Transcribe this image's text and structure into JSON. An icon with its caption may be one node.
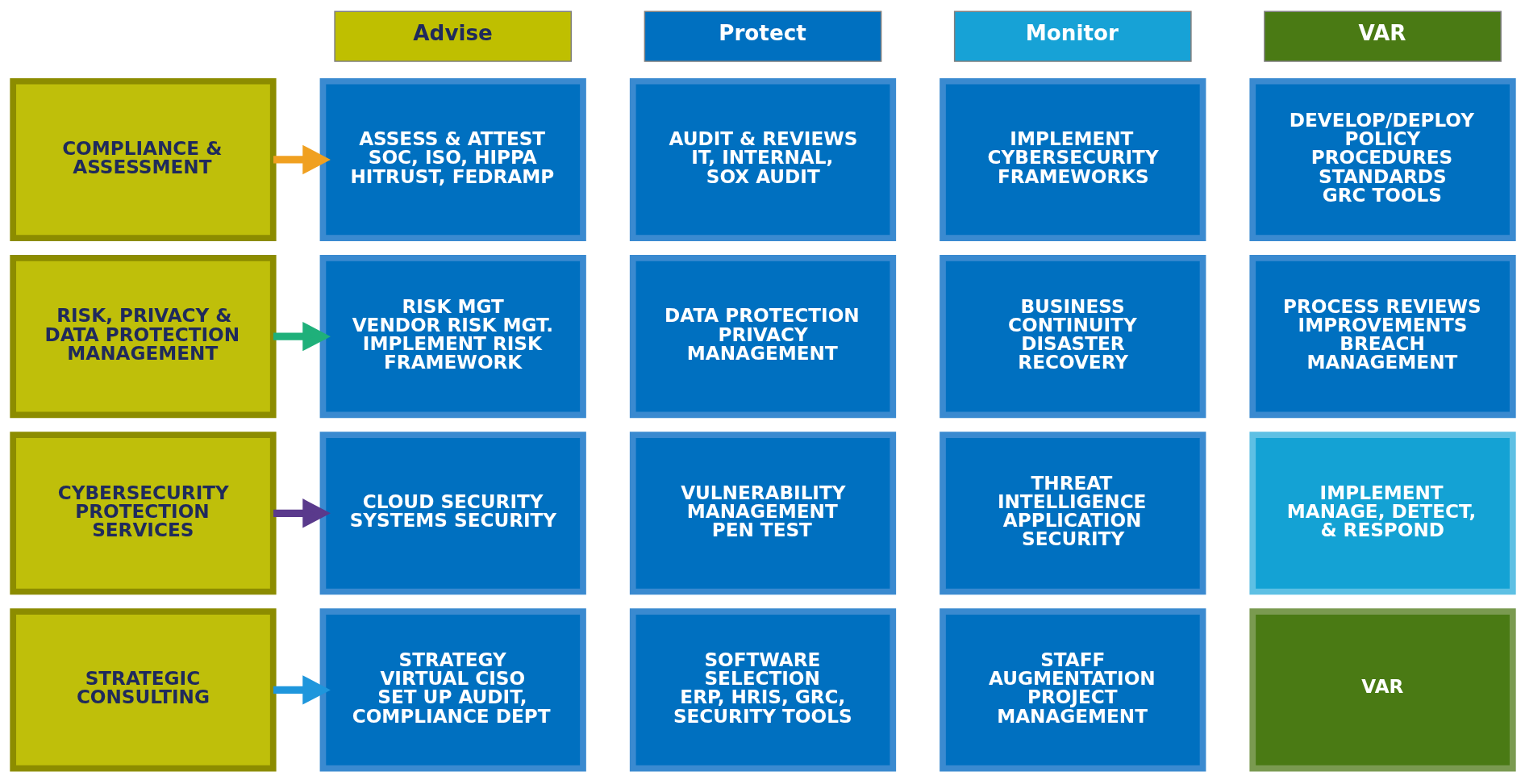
{
  "diagram": {
    "nodes": [
      {
        "text": [
          "COMPLIANCE & ASSESSMENT"
        ]
      },
      {
        "text": [
          "ASSESS & ATTEST",
          "SOC, ISO, HIPPA HITRUST, FEDRAMP"
        ]
      },
      {
        "text": [
          "AUDIT & REVIEWS",
          "IT, INTERNAL, SOX AUDIT"
        ]
      },
      {
        "text": [
          "IMPLEMENT",
          "CYBERSECURITY FRAMEWORKS"
        ]
      },
      {
        "text": [
          "DEVELOP/DEPLOY",
          "POLICY",
          "PROCEDURES",
          "STANDARDS",
          "GRC TOOLS"
        ]
      },
      {
        "text": [
          "RISK, PRIVACY & DATA PROTECTION MANAGEMENT"
        ]
      },
      {
        "text": [
          "RISK MGT",
          "VENDOR RISK MGT.",
          "IMPLEMENT RISK FRAMEWORK"
        ]
      },
      {
        "text": [
          "DATA PROTECTION",
          "PRIVACY MANAGEMENT"
        ]
      },
      {
        "text": [
          "BUSINESS CONTINUITY",
          "DISASTER RECOVERY"
        ]
      },
      {
        "text": [
          "PROCESS REVIEWS IMPROVEMENTS",
          "BREACH MANAGEMENT"
        ]
      },
      {
        "text": [
          "CYBERSECURITY PROTECTION SERVICES"
        ]
      },
      {
        "text": [
          "CLOUD SECURITY",
          "SYSTEMS SECURITY"
        ]
      },
      {
        "text": [
          "VULNERABILITY MANAGEMENT",
          "PEN TEST"
        ]
      },
      {
        "text": [
          "THREAT INTELLIGENCE",
          "APPLICATION SECURITY"
        ]
      },
      {
        "text": [
          "IMPLEMENT",
          "MANAGE, DETECT, & RESPOND"
        ]
      },
      {
        "text": [
          "STRATEGIC CONSULTING"
        ]
      },
      {
        "text": [
          "STRATEGY",
          "VIRTUAL CISO",
          "SET UP AUDIT, COMPLIANCE DEPT"
        ]
      },
      {
        "text": [
          "SOFTWARE SELECTION",
          "ERP, HRIS, GRC, SECURITY TOOLS"
        ]
      },
      {
        "text": [
          "STAFF AUGMENTATION",
          "PROJECT MANAGEMENT"
        ]
      },
      {
        "text": [
          "VAR"
        ]
      }
    ],
    "edges": [
      {
        "from": 0,
        "to": 1,
        "arrow": "to",
        "color": "#f0a020"
      },
      {
        "from": 5,
        "to": 6,
        "arrow": "to",
        "color": "#1fb07a"
      },
      {
        "from": 10,
        "to": 11,
        "arrow": "to",
        "color": "#5a3a8c"
      },
      {
        "from": 15,
        "to": 16,
        "arrow": "to",
        "color": "#1e96dc"
      }
    ],
    "legend": [
      {
        "text": "Advise",
        "color": "#bfbf00"
      },
      {
        "text": "Protect",
        "color": "#0070c0"
      },
      {
        "text": "Monitor",
        "color": "#17a2d6"
      },
      {
        "text": "VAR",
        "color": "#4a7a14"
      }
    ]
  }
}
